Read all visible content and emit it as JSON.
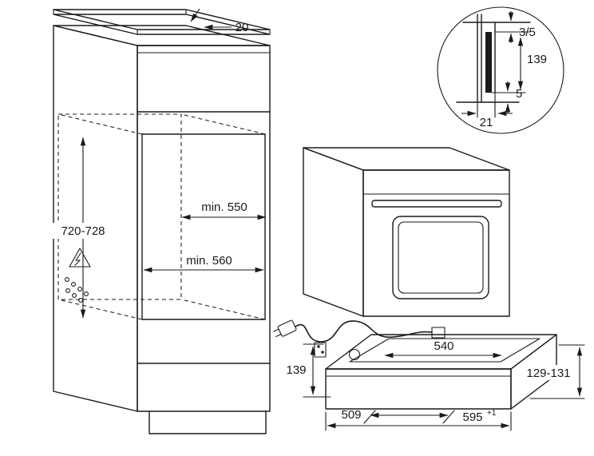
{
  "figure": {
    "kind": "built-in oven and warming drawer installation drawing"
  },
  "cabinet": {
    "top_gap": "20",
    "niche_height": "720-728",
    "niche_min_depth": "min. 550",
    "niche_min_width": "min. 560"
  },
  "wall_detail": {
    "top_clearance": "3/5",
    "spacer_height": "139",
    "bottom_clearance": "5",
    "spacer_depth": "21"
  },
  "drawer": {
    "top_inner_width": "540",
    "left_height": "139",
    "front_height": "129-131",
    "depth": "509",
    "width": "595",
    "width_tolerance": "+1"
  },
  "colors": {
    "line": "#1a1a1a",
    "background": "#ffffff"
  }
}
